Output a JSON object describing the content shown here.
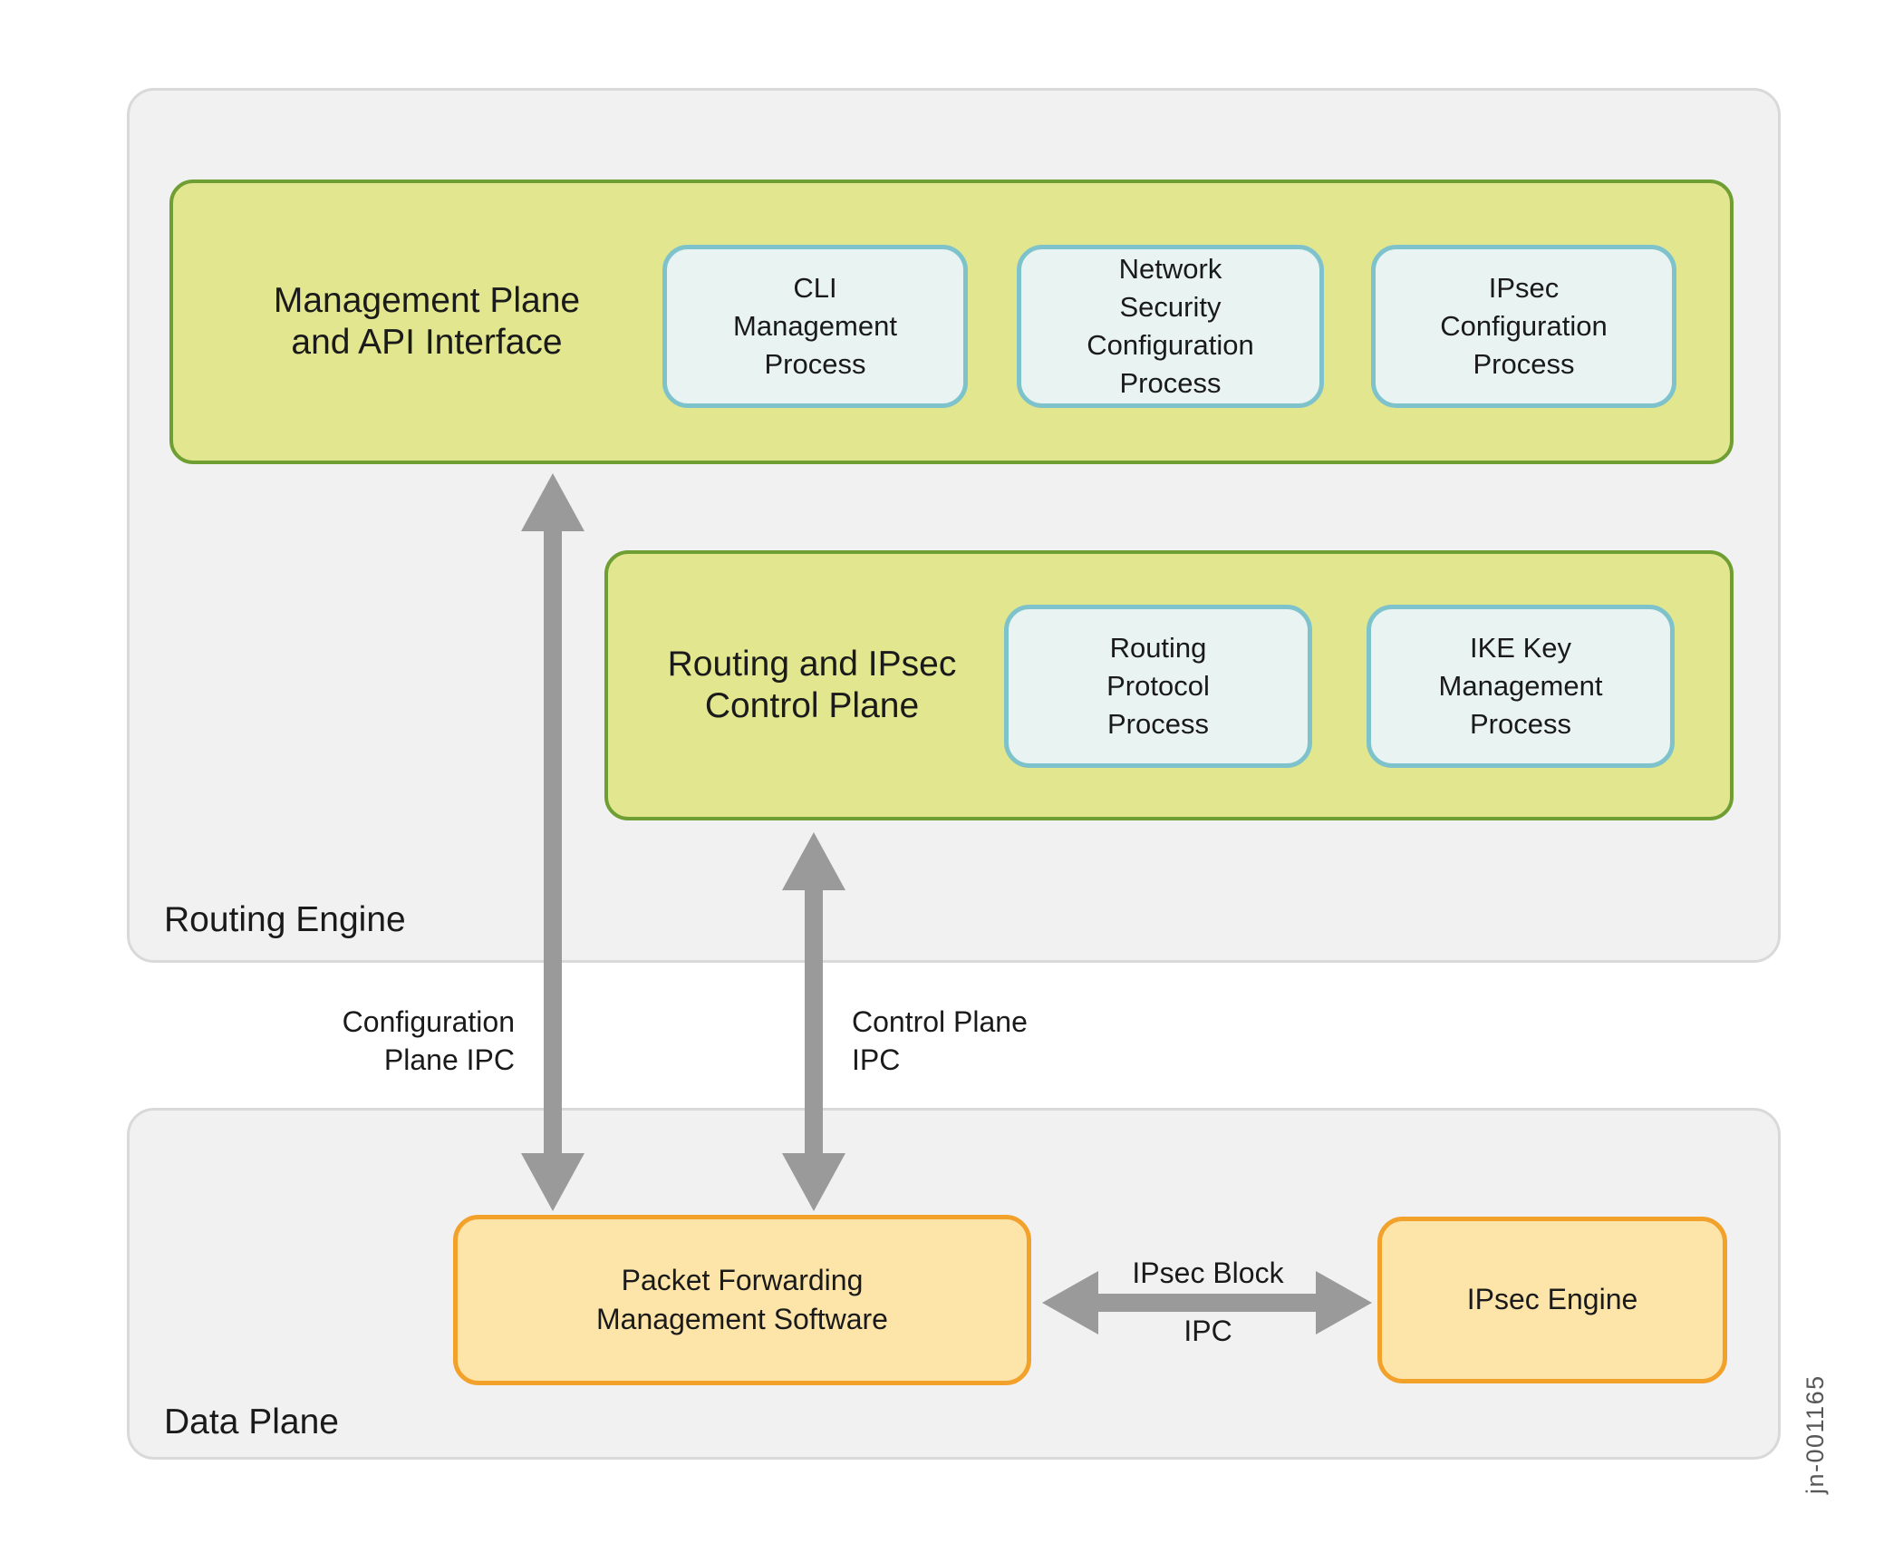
{
  "colors": {
    "background": "#ffffff",
    "plane_fill": "#f1f1f1",
    "plane_border": "#d9d9d9",
    "green_fill": "#e2e68f",
    "green_border": "#6f9e33",
    "blue_fill": "#e9f3f2",
    "blue_border": "#7ec3cb",
    "orange_fill": "#fde5a9",
    "orange_border": "#f2a12b",
    "arrow": "#9a9a9a",
    "text": "#1a1a1a",
    "watermark_text": "#58585a"
  },
  "routing_engine": {
    "label": "Routing Engine",
    "management_plane": {
      "title": "Management Plane\nand API Interface",
      "processes": [
        {
          "label": "CLI\nManagement\nProcess"
        },
        {
          "label": "Network\nSecurity\nConfiguration\nProcess"
        },
        {
          "label": "IPsec\nConfiguration\nProcess"
        }
      ]
    },
    "control_plane": {
      "title": "Routing and IPsec\nControl Plane",
      "processes": [
        {
          "label": "Routing\nProtocol\nProcess"
        },
        {
          "label": "IKE Key\nManagement\nProcess"
        }
      ]
    }
  },
  "data_plane": {
    "label": "Data Plane",
    "packet_forwarding_label": "Packet Forwarding\nManagement Software",
    "ipsec_engine_label": "IPsec Engine"
  },
  "connections": {
    "configuration_plane_ipc": "Configuration\nPlane IPC",
    "control_plane_ipc": "Control Plane\nIPC",
    "ipsec_block_ipc_line1": "IPsec Block",
    "ipsec_block_ipc_line2": "IPC"
  },
  "figure_id": "jn-001165"
}
